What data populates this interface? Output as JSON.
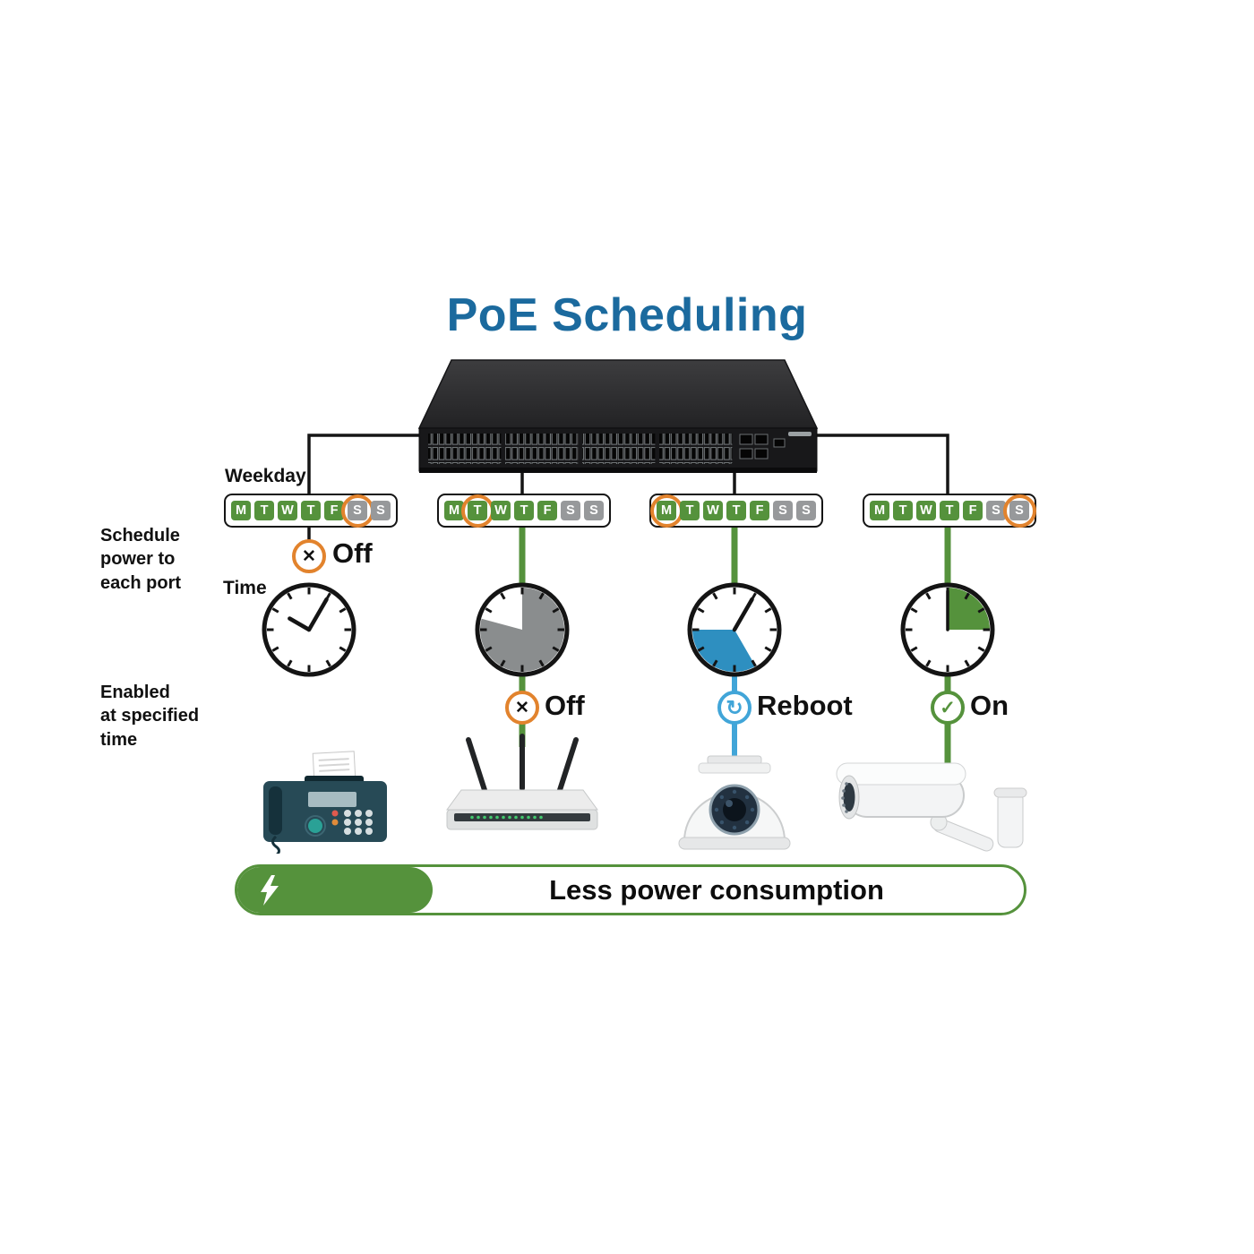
{
  "title": "PoE Scheduling",
  "labels": {
    "weekday": "Weekday",
    "schedule": [
      "Schedule",
      "power to",
      "each port"
    ],
    "time": "Time",
    "enabled": [
      "Enabled",
      "at specified",
      "time"
    ]
  },
  "days": [
    "M",
    "T",
    "W",
    "T",
    "F",
    "S",
    "S"
  ],
  "columns": [
    {
      "circled_day_index": 5,
      "status": "Off",
      "status_type": "off",
      "device": "fax-machine"
    },
    {
      "circled_day_index": 1,
      "status": "Off",
      "status_type": "off",
      "device": "wireless-router"
    },
    {
      "circled_day_index": 0,
      "status": "Reboot",
      "status_type": "reboot",
      "device": "dome-camera"
    },
    {
      "circled_day_index": 6,
      "status": "On",
      "status_type": "on",
      "device": "bullet-camera"
    }
  ],
  "icons": {
    "x": "✕",
    "check": "✓",
    "reboot": "↻"
  },
  "banner": {
    "text": "Less power consumption"
  },
  "colors": {
    "title_blue": "#1b6a9e",
    "green": "#55923c",
    "day_gray": "#97999b",
    "orange": "#e2832d",
    "reboot_blue": "#41a5d8",
    "clock_gray": "#8a8d8e",
    "clock_blue": "#2e8fc0",
    "text_dark": "#111111"
  }
}
